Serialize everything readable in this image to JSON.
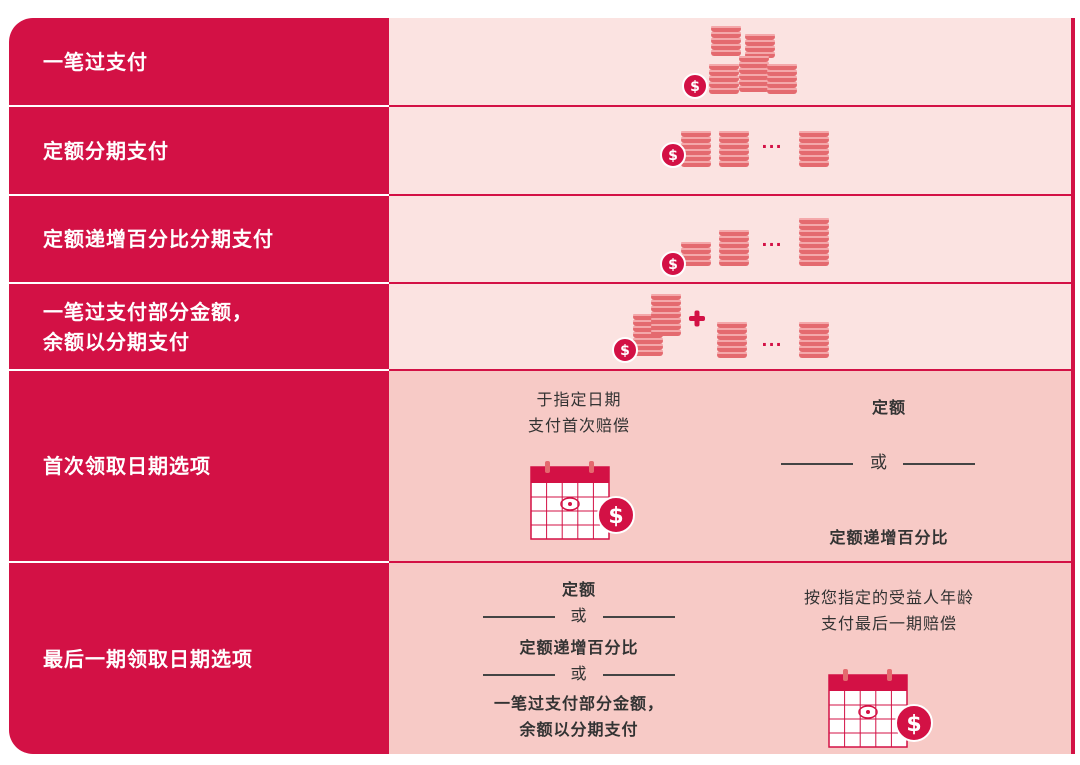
{
  "rows": [
    {
      "label": "一笔过支付"
    },
    {
      "label": "定额分期支付"
    },
    {
      "label": "定额递增百分比分期支付"
    },
    {
      "label_line1": "一笔过支付部分金额，",
      "label_line2": "余额以分期支付"
    },
    {
      "label": "首次领取日期选项",
      "left_text1": "于指定日期",
      "left_text2": "支付首次赔偿",
      "right_top": "定额",
      "right_or": "或",
      "right_bottom": "定额递增百分比"
    },
    {
      "label": "最后一期领取日期选项",
      "left_line1": "定额",
      "left_or1": "或",
      "left_line2": "定额递增百分比",
      "left_or2": "或",
      "left_line3": "一笔过支付部分金额，",
      "left_line4": "余额以分期支付",
      "right_text1": "按您指定的受益人年龄",
      "right_text2": "支付最后一期赔偿"
    }
  ],
  "ellipsis": "···",
  "dollar": "$",
  "colors": {
    "brand_red": "#d31145",
    "coin": "#e46a6f",
    "light_bg": "#fbe3e1",
    "med_bg": "#f7cac6"
  }
}
